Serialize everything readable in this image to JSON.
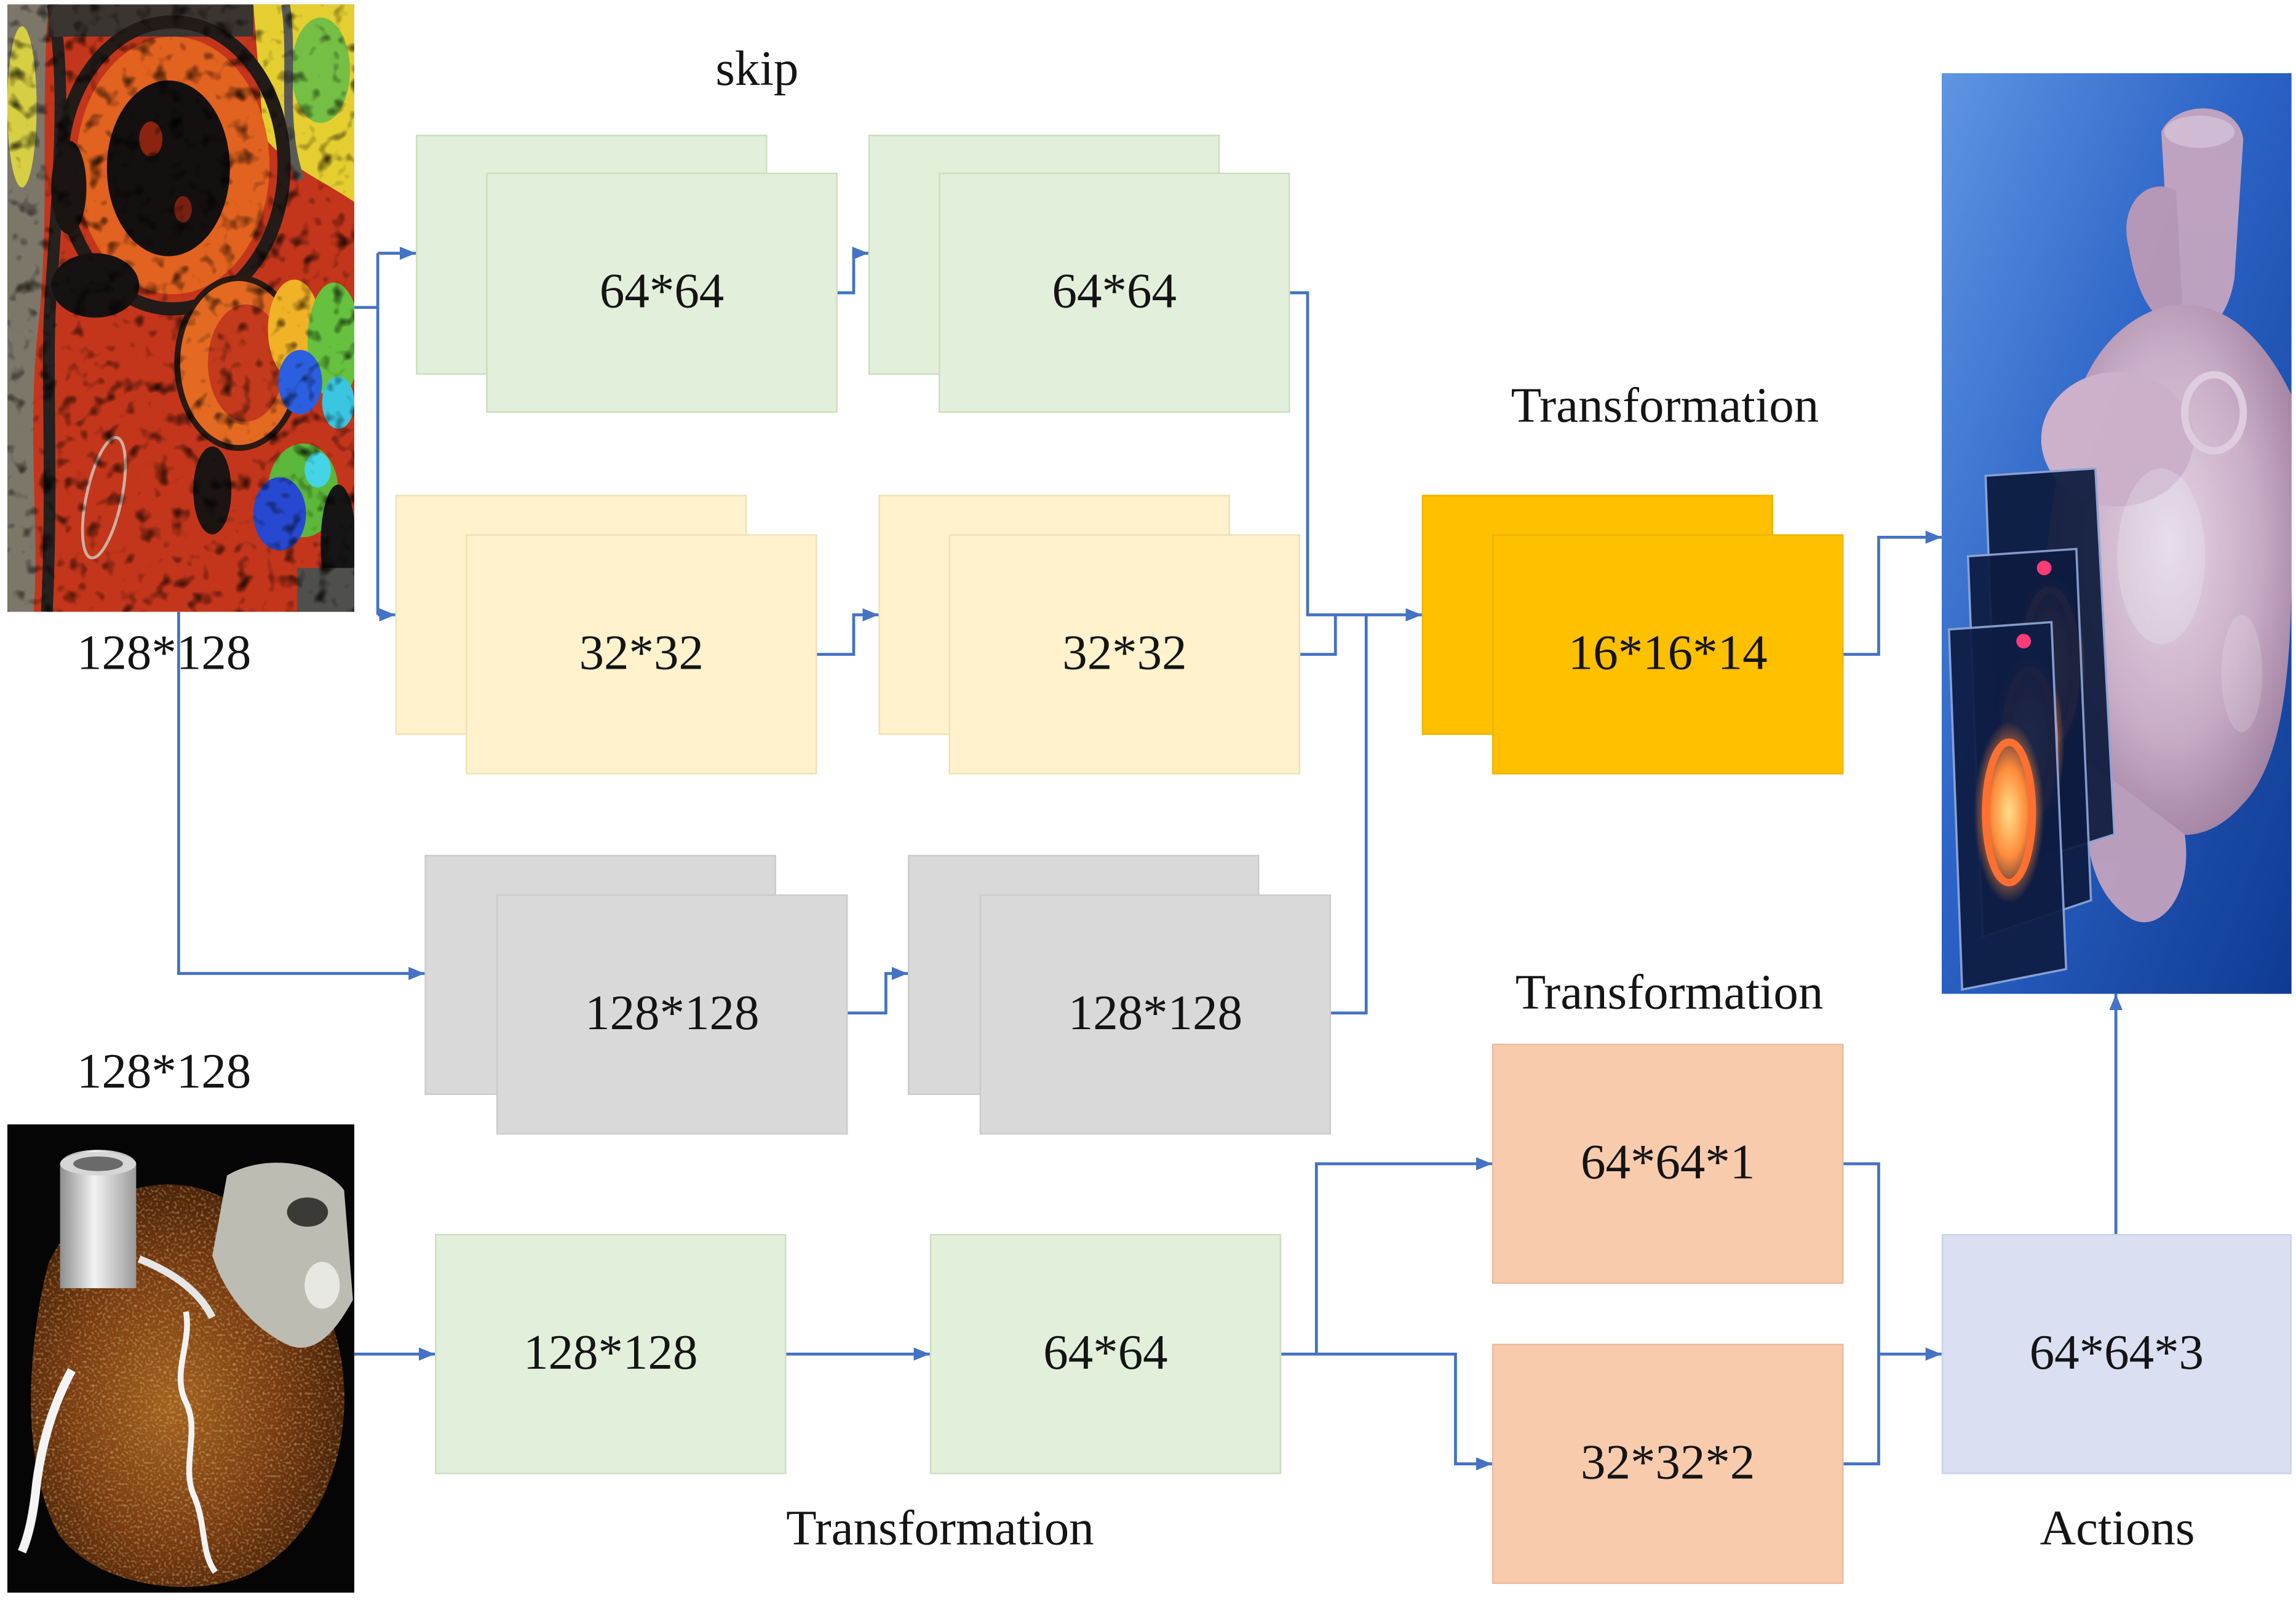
{
  "diagram": {
    "skip_label": "skip",
    "inputs": {
      "mri_label": "128*128",
      "ct_label": "128*128"
    },
    "upper_stacks": {
      "row1": [
        "64*64",
        "64*64"
      ],
      "row2": [
        "32*32",
        "32*32"
      ],
      "row3": [
        "128*128",
        "128*128"
      ]
    },
    "fusion": {
      "title": "Transformation",
      "map": "16*16*14"
    },
    "lower_path": {
      "maps": [
        "128*128",
        "64*64"
      ],
      "caption": "Transformation"
    },
    "branch": {
      "title": "Transformation",
      "maps": [
        "64*64*1",
        "32*32*2"
      ]
    },
    "actions": {
      "map": "64*64*3",
      "caption": "Actions"
    }
  },
  "colors": {
    "arrow": "#4472C4",
    "green": "#E2EFDA",
    "yellow": "#FFF2CC",
    "gray": "#D9D9D9",
    "orange": "#FFC000",
    "salmon": "#F8CBAD",
    "lavender": "#DAE0F2"
  }
}
